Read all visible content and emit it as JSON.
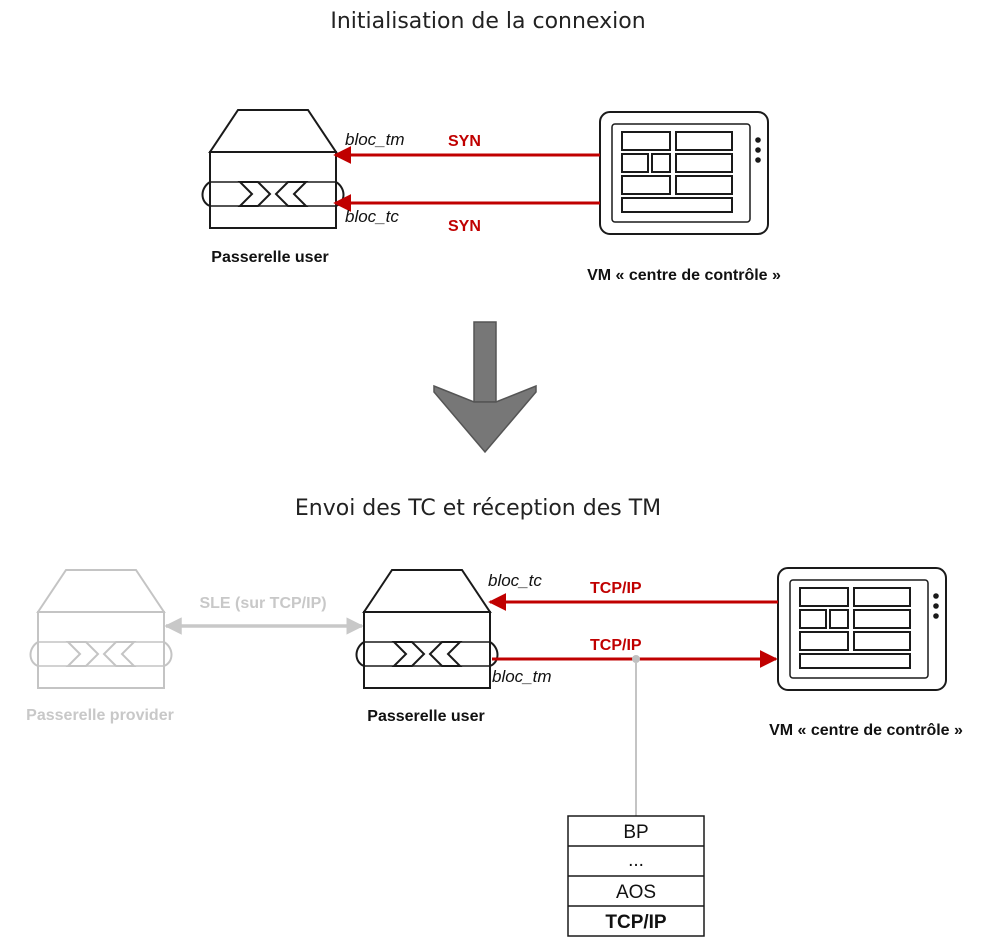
{
  "top": {
    "title": "Initialisation de la connexion",
    "gateway_label": "Passerelle user",
    "vm_label": "VM « centre de contrôle »",
    "bloc_tm": "bloc_tm",
    "bloc_tc": "bloc_tc",
    "arrow_label_1": "SYN",
    "arrow_label_2": "SYN"
  },
  "bottom": {
    "title": "Envoi des TC et réception des TM",
    "provider_label": "Passerelle provider",
    "sle_label": "SLE (sur TCP/IP)",
    "gateway_label": "Passerelle user",
    "vm_label": "VM « centre de contrôle »",
    "bloc_tc": "bloc_tc",
    "bloc_tm": "bloc_tm",
    "arrow_label_1": "TCP/IP",
    "arrow_label_2": "TCP/IP",
    "stack": [
      "BP",
      "...",
      "AOS",
      "TCP/IP"
    ]
  },
  "colors": {
    "accent_red": "#c00000",
    "inactive_grey": "#c8c8c8",
    "transition_arrow": "#777777"
  },
  "icons": [
    "server-gateway-icon",
    "control-tablet-icon",
    "down-arrow-icon"
  ]
}
